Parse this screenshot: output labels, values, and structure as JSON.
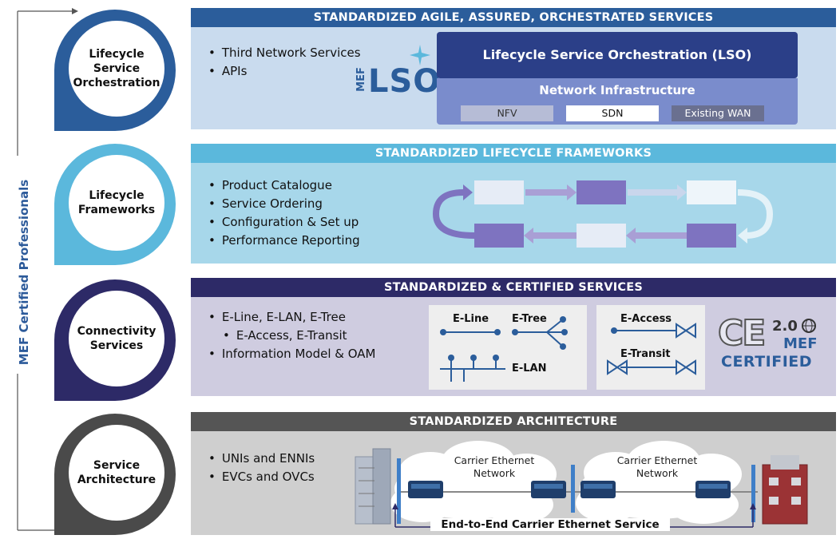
{
  "side_label": "MEF Certified Professionals",
  "circles": [
    {
      "label_lines": [
        "Lifecycle",
        "Service",
        "Orchestration"
      ],
      "color": "#2b5d9b"
    },
    {
      "label_lines": [
        "Lifecycle",
        "Frameworks"
      ],
      "color": "#5bb8dc"
    },
    {
      "label_lines": [
        "Connectivity",
        "Services"
      ],
      "color": "#2d2a67"
    },
    {
      "label_lines": [
        "Service",
        "Architecture"
      ],
      "color": "#4a4a4a"
    }
  ],
  "row1": {
    "title": "STANDARDIZED AGILE, ASSURED, ORCHESTRATED SERVICES",
    "bullets": [
      "Third Network Services",
      "APIs"
    ],
    "logo_mef": "MEF",
    "logo_lso": "LSO",
    "lso_label": "Lifecycle Service Orchestration (LSO)",
    "infra_label": "Network Infrastructure",
    "infra_items": [
      "NFV",
      "SDN",
      "Existing WAN"
    ]
  },
  "row2": {
    "title": "STANDARDIZED LIFECYCLE FRAMEWORKS",
    "bullets": [
      "Product Catalogue",
      "Service Ordering",
      "Configuration & Set up",
      "Performance Reporting"
    ]
  },
  "row3": {
    "title": "STANDARDIZED & CERTIFIED SERVICES",
    "bullets": [
      "E-Line, E-LAN, E-Tree",
      "E-Access, E-Transit",
      "Information Model & OAM"
    ],
    "service_labels": {
      "eline": "E-Line",
      "etree": "E-Tree",
      "elan": "E-LAN",
      "eaccess": "E-Access",
      "etransit": "E-Transit"
    },
    "cert": {
      "ce": "CE",
      "version": "2.0",
      "mef": "MEF",
      "certified": "CERTIFIED"
    }
  },
  "row4": {
    "title": "STANDARDIZED ARCHITECTURE",
    "bullets": [
      "UNIs and ENNIs",
      "EVCs and OVCs"
    ],
    "cloud_lines": [
      "Carrier Ethernet",
      "Network"
    ],
    "e2e_label": "End-to-End Carrier Ethernet Service"
  }
}
